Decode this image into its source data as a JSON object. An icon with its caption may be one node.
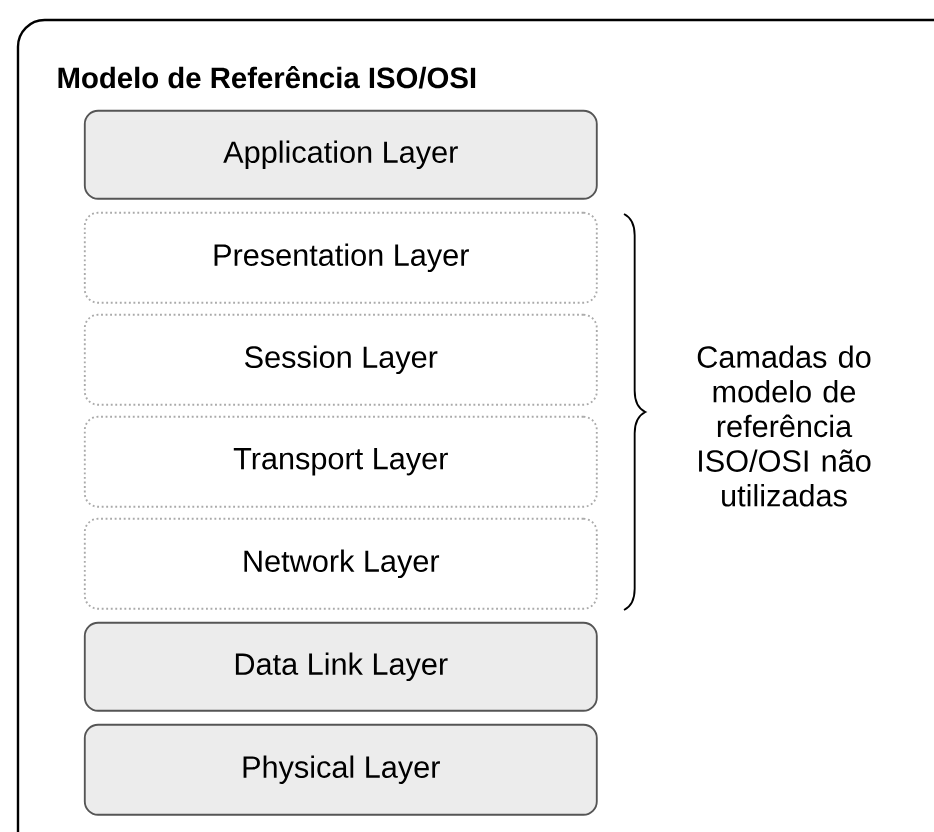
{
  "diagram": {
    "nodes": [
      {
        "text": [
          "Modelo de Referência ISO/OSI"
        ]
      },
      {
        "text": [
          "Application Layer"
        ],
        "in": 0
      },
      {
        "text": [
          "Presentation Layer"
        ],
        "in": 0
      },
      {
        "text": [
          "Session Layer"
        ],
        "in": 0
      },
      {
        "text": [
          "Transport Layer"
        ],
        "in": 0
      },
      {
        "text": [
          "Network Layer"
        ],
        "in": 0
      },
      {
        "text": [
          "Data Link Layer"
        ],
        "in": 0
      },
      {
        "text": [
          "Physical Layer"
        ],
        "in": 0
      }
    ],
    "edges": [],
    "labels": [
      "Camadas do modelo de referência ISO/OSI não utilizadas"
    ]
  }
}
